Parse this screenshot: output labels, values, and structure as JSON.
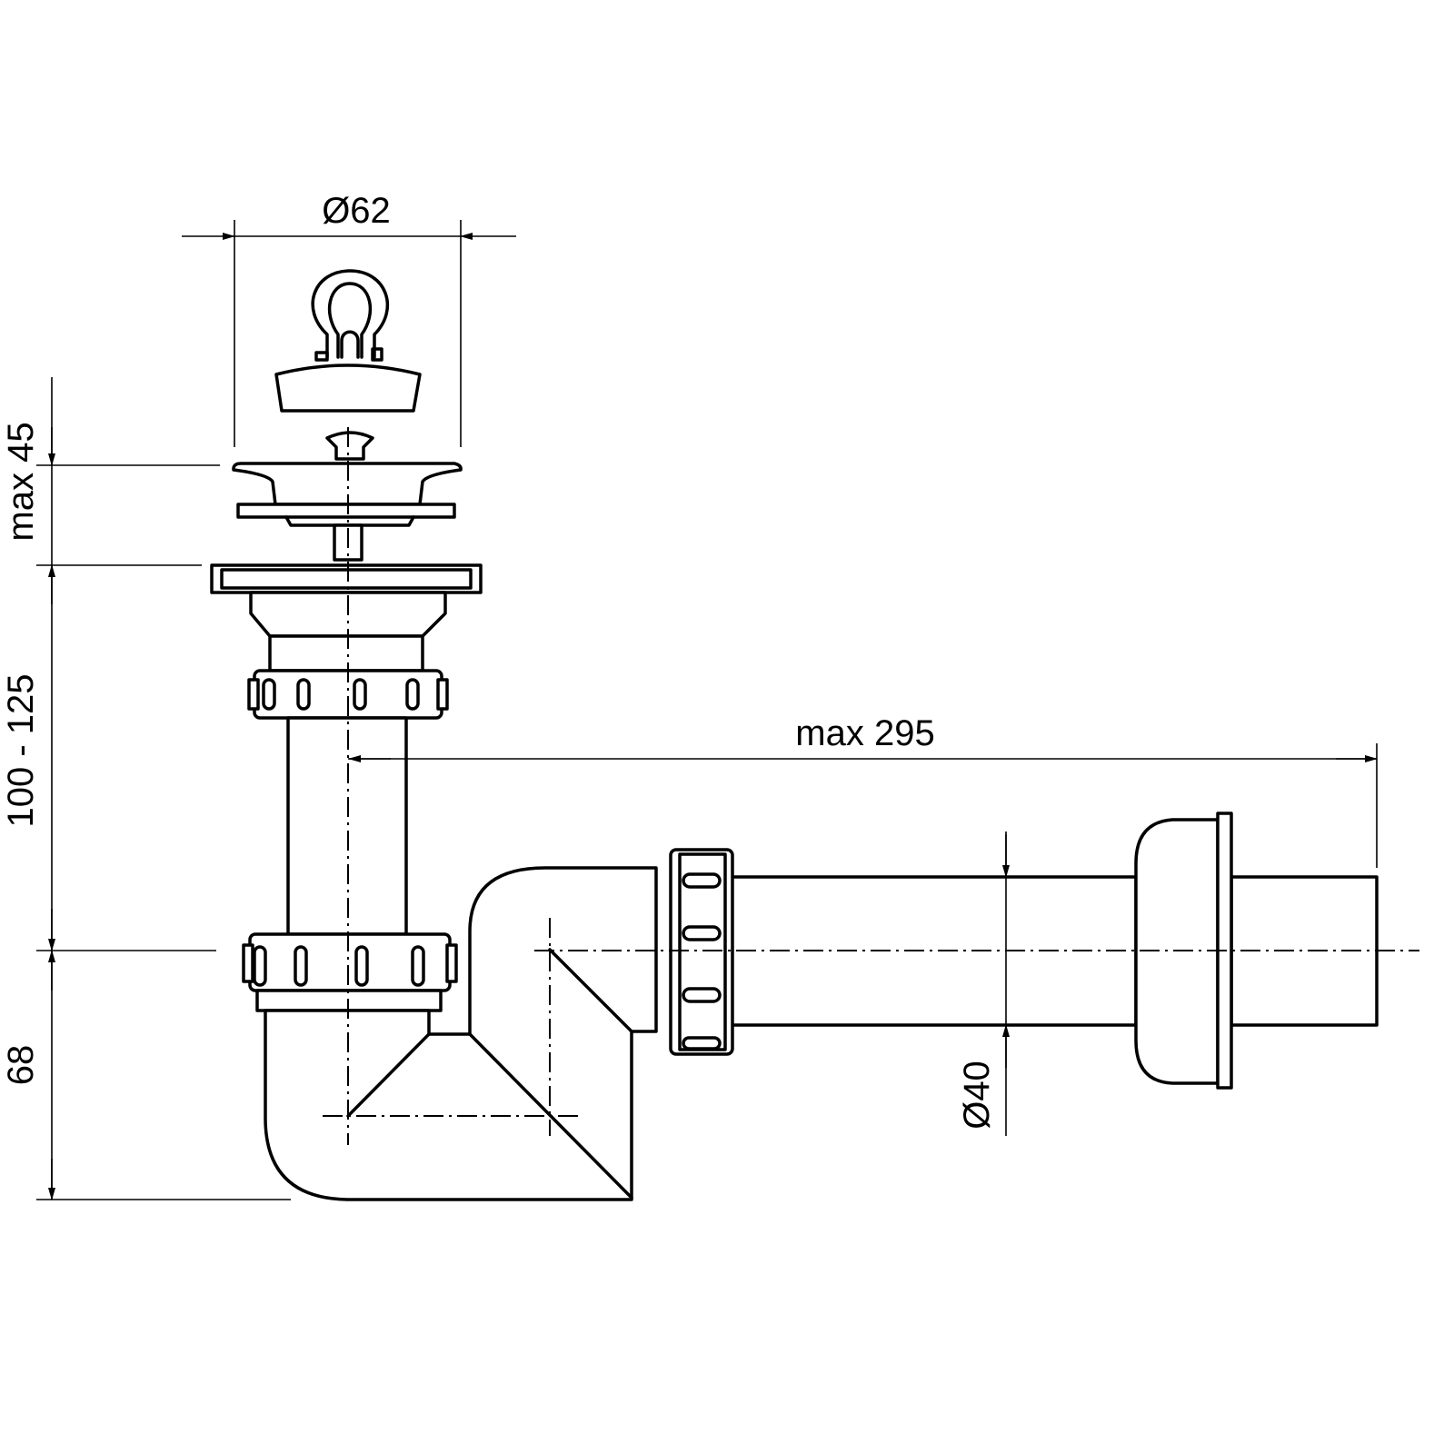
{
  "diagram": {
    "labels": {
      "drain_diameter": "Ø62",
      "plug_height": "max 45",
      "body_height": "100 - 125",
      "trap_depth": "68",
      "outlet_length": "max 295",
      "pipe_diameter": "Ø40"
    },
    "line_color": "#000000",
    "background": "#ffffff"
  }
}
